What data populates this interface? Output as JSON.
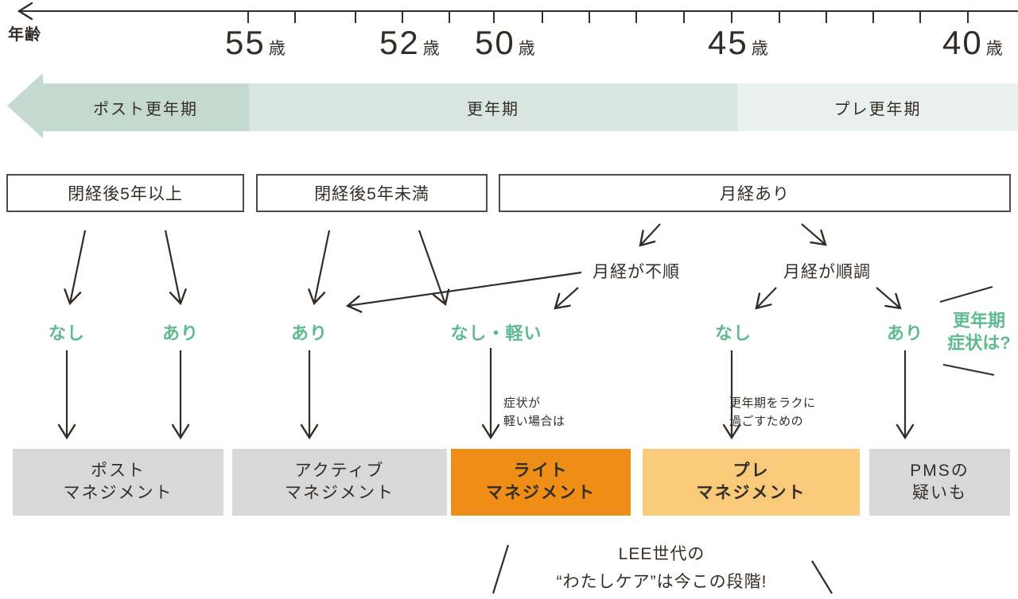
{
  "axis": {
    "label": "年齢",
    "ages": [
      {
        "num": "55",
        "unit": "歳"
      },
      {
        "num": "52",
        "unit": "歳"
      },
      {
        "num": "50",
        "unit": "歳"
      },
      {
        "num": "45",
        "unit": "歳"
      },
      {
        "num": "40",
        "unit": "歳"
      }
    ]
  },
  "band": {
    "segments": [
      {
        "label": "ポスト更年期"
      },
      {
        "label": "更年期"
      },
      {
        "label": "プレ更年期"
      }
    ]
  },
  "condition_boxes": [
    {
      "label": "閉経後5年以上"
    },
    {
      "label": "閉経後5年未満"
    },
    {
      "label": "月経あり"
    }
  ],
  "branches": [
    {
      "label": "月経が不順"
    },
    {
      "label": "月経が順調"
    }
  ],
  "symptom_labels": [
    {
      "label": "なし"
    },
    {
      "label": "あり"
    },
    {
      "label": "あり"
    },
    {
      "label": "なし・軽い"
    },
    {
      "label": "なし"
    },
    {
      "label": "あり"
    }
  ],
  "side_note": {
    "line1": "更年期",
    "line2": "症状は?"
  },
  "annotations": [
    {
      "line1": "症状が",
      "line2": "軽い場合は"
    },
    {
      "line1": "更年期をラクに",
      "line2": "過ごすための"
    }
  ],
  "outcome_boxes": [
    {
      "line1": "ポスト",
      "line2": "マネジメント"
    },
    {
      "line1": "アクティブ",
      "line2": "マネジメント"
    },
    {
      "line1": "ライト",
      "line2": "マネジメント"
    },
    {
      "line1": "プレ",
      "line2": "マネジメント"
    },
    {
      "line1": "PMSの",
      "line2": "疑いも"
    }
  ],
  "footer": {
    "line1": "LEE世代の",
    "line2": "“わたしケア”は今この段階!"
  },
  "colors": {
    "ink": "#332d28",
    "green_text": "#5eba90",
    "band_post": "#c6d9d0",
    "band_mid": "#d9e5e0",
    "band_pre": "#eaf0ed",
    "outcome_gray": "#d8d8d8",
    "outcome_orange": "#ee8e17",
    "outcome_light_orange": "#f8ca7a"
  }
}
